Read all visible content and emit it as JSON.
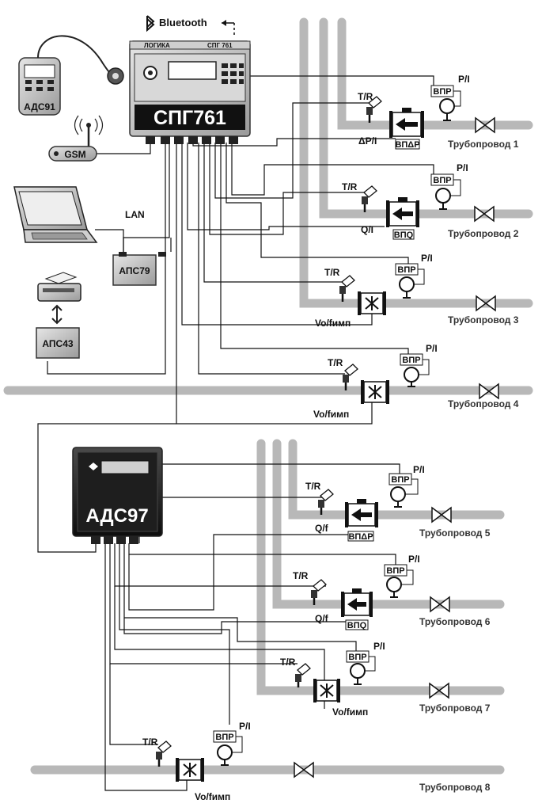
{
  "devices": {
    "spg761": "СПГ761",
    "spg761_panel": "СПГ 761",
    "spg761_brand": "ЛОГИКА",
    "ads97": "АДС97",
    "ads91": "АДС91",
    "aps79": "АПС79",
    "aps43": "АПС43",
    "gsm": "GSM",
    "bluetooth": "Bluetooth",
    "lan": "LAN"
  },
  "sensor_labels": {
    "tr": "T/R",
    "pi": "P/I",
    "vpr": "ВПР",
    "vpdp": "ВПΔР",
    "vpq": "ВПQ",
    "dp_i": "ΔP/I",
    "q_i": "Q/I",
    "q_f": "Q/f",
    "vo_fimp": "Vo/fимп"
  },
  "pipelines": [
    "Трубопровод 1",
    "Трубопровод 2",
    "Трубопровод 3",
    "Трубопровод 4",
    "Трубопровод 5",
    "Трубопровод 6",
    "Трубопровод 7",
    "Трубопровод 8"
  ],
  "colors": {
    "pipe": "#b8b8b8",
    "device_dark": "#1a1a1a",
    "device_frame": "#6e6e6e",
    "wire": "#111111"
  }
}
